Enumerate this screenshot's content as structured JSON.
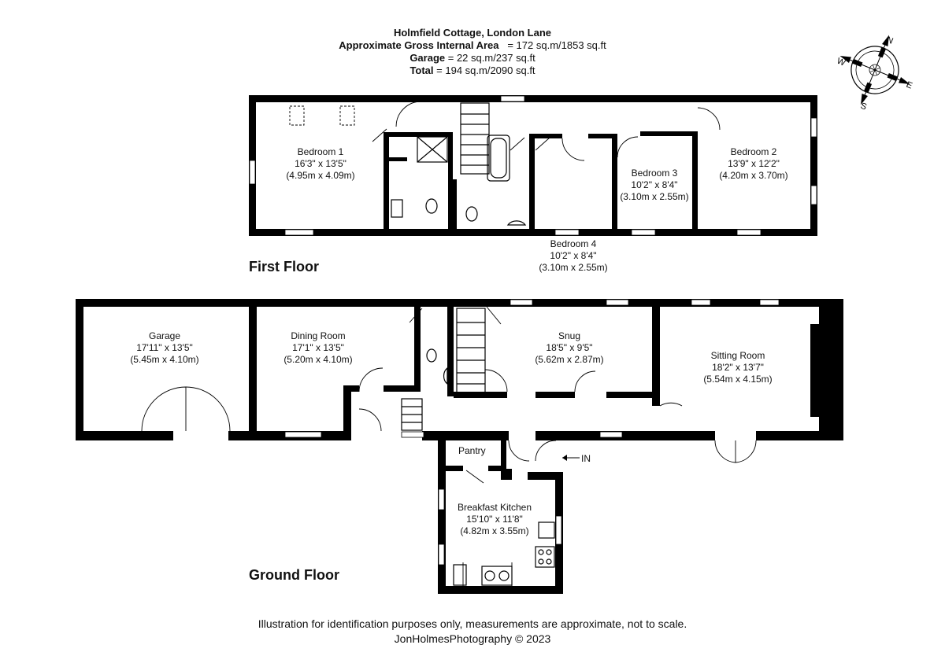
{
  "header": {
    "property": "Holmfield Cottage, London Lane",
    "gia_label": "Approximate Gross Internal Area",
    "gia_value": "= 172 sq.m/1853 sq.ft",
    "garage_label": "Garage",
    "garage_value": "= 22 sq.m/237 sq.ft",
    "total_label": "Total",
    "total_value": "= 194 sq.m/2090 sq.ft"
  },
  "compass": {
    "n": "N",
    "e": "E",
    "s": "S",
    "w": "W",
    "icon": "compass-rose-icon"
  },
  "first_floor": {
    "title": "First Floor",
    "rooms": [
      {
        "key": "bedroom1",
        "name": "Bedroom 1",
        "imperial": "16'3\" x 13'5\"",
        "metric": "(4.95m x 4.09m)"
      },
      {
        "key": "bedroom2",
        "name": "Bedroom 2",
        "imperial": "13'9\" x 12'2\"",
        "metric": "(4.20m x 3.70m)"
      },
      {
        "key": "bedroom3",
        "name": "Bedroom 3",
        "imperial": "10'2\" x 8'4\"",
        "metric": "(3.10m x 2.55m)"
      },
      {
        "key": "bedroom4",
        "name": "Bedroom 4",
        "imperial": "10'2\" x 8'4\"",
        "metric": "(3.10m x 2.55m)"
      }
    ]
  },
  "ground_floor": {
    "title": "Ground Floor",
    "rooms": [
      {
        "key": "garage",
        "name": "Garage",
        "imperial": "17'11\" x 13'5\"",
        "metric": "(5.45m x 4.10m)"
      },
      {
        "key": "dining",
        "name": "Dining Room",
        "imperial": "17'1\" x 13'5\"",
        "metric": "(5.20m x 4.10m)"
      },
      {
        "key": "snug",
        "name": "Snug",
        "imperial": "18'5\" x 9'5\"",
        "metric": "(5.62m x 2.87m)"
      },
      {
        "key": "sitting",
        "name": "Sitting Room",
        "imperial": "18'2\" x 13'7\"",
        "metric": "(5.54m x 4.15m)"
      },
      {
        "key": "kitchen",
        "name": "Breakfast Kitchen",
        "imperial": "15'10\" x 11'8\"",
        "metric": "(4.82m x 3.55m)"
      }
    ],
    "pantry": "Pantry",
    "entrance": "IN"
  },
  "footer": {
    "disclaimer": "Illustration for identification purposes only, measurements are approximate, not to scale.",
    "copyright": "JonHolmesPhotography © 2023"
  }
}
